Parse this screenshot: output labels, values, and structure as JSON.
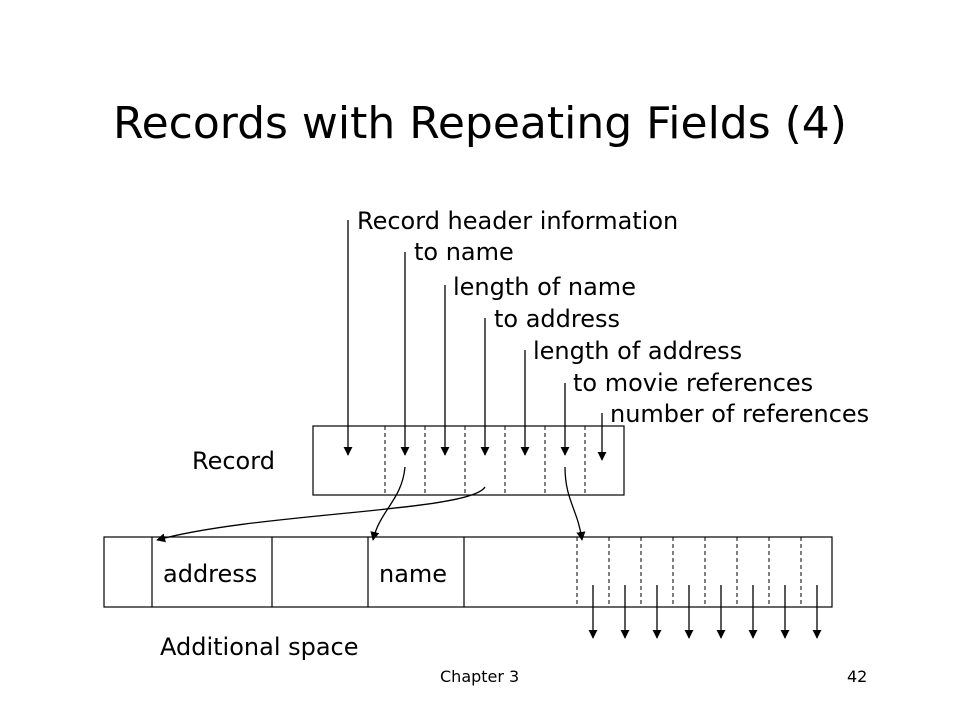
{
  "title": "Records with Repeating Fields (4)",
  "pointer_labels": [
    "Record header information",
    "to name",
    "length of name",
    "to address",
    "length of address",
    "to movie references",
    "number of references"
  ],
  "record_label": "Record",
  "additional_space_label": "Additional space",
  "field_labels": {
    "address": "address",
    "name": "name"
  },
  "footer": {
    "chapter": "Chapter 3",
    "page": "42"
  }
}
